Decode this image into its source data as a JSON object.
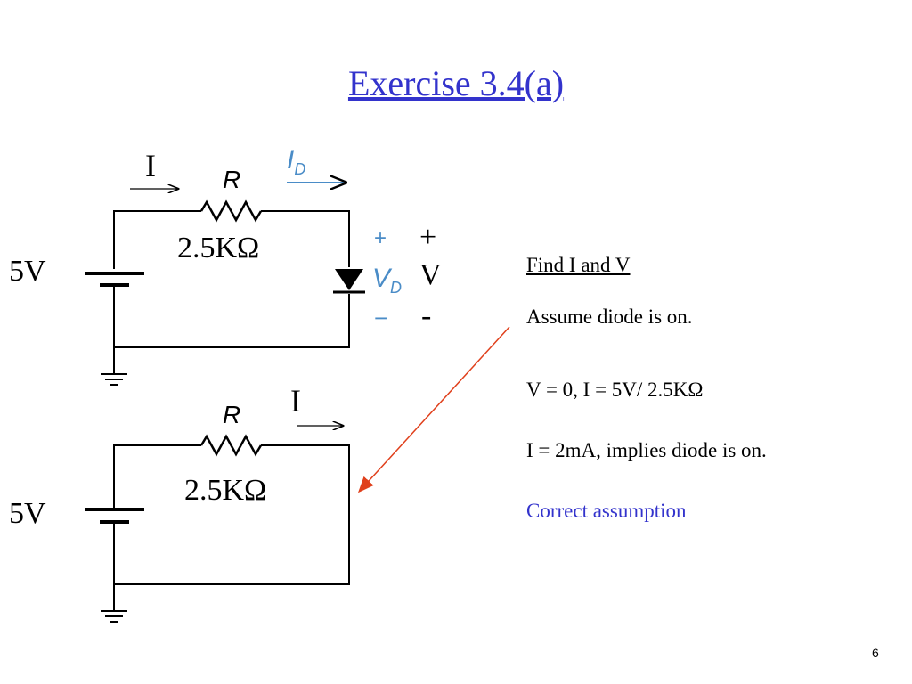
{
  "slide": {
    "title": "Exercise 3.4(a)",
    "page_number": "6"
  },
  "circuit_top": {
    "current_label": "I",
    "resistor_symbol": "R",
    "resistance": "2.5KΩ",
    "source_voltage": "5V",
    "diode_current_symbol": "I",
    "diode_current_subscript": "D",
    "diode_voltage_symbol": "V",
    "diode_voltage_subscript": "D",
    "plus_mark": "+",
    "minus_mark": "−",
    "polarity_plus": "+",
    "polarity_v": "V",
    "polarity_minus": "-"
  },
  "circuit_bottom": {
    "current_label": "I",
    "resistor_symbol": "R",
    "resistance": "2.5KΩ",
    "source_voltage": "5V"
  },
  "notes": {
    "heading": "Find I and V",
    "line1": "Assume diode is on.",
    "line2": "V = 0,  I = 5V/ 2.5KΩ",
    "line3": "I = 2mA, implies diode is on.",
    "conclusion": "Correct assumption"
  },
  "colors": {
    "title": "#3333cc",
    "diagram_blue": "#4a8cc7",
    "arrow_red": "#e0401c",
    "conclusion": "#3333cc"
  }
}
